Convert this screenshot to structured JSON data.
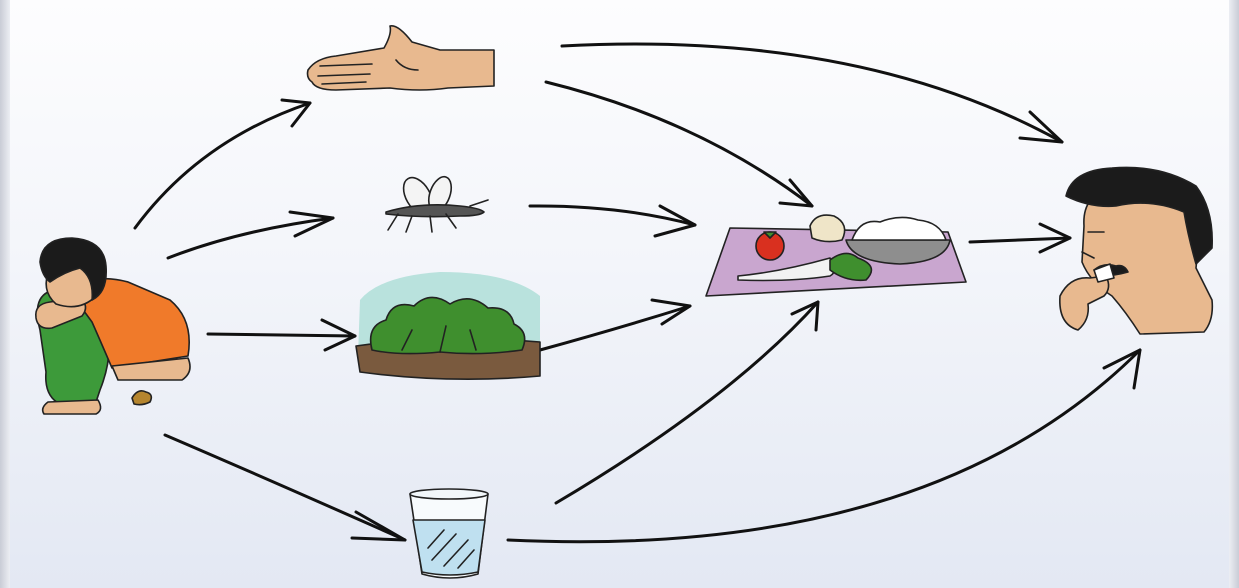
{
  "diagram": {
    "nodes": [
      {
        "id": "child-defecating",
        "icon": "child-defecating-illustration"
      },
      {
        "id": "hands",
        "icon": "hand-illustration"
      },
      {
        "id": "flies",
        "icon": "fly-illustration"
      },
      {
        "id": "fields",
        "icon": "field-crops-illustration"
      },
      {
        "id": "water",
        "icon": "water-glass-illustration"
      },
      {
        "id": "food",
        "icon": "food-plate-illustration"
      },
      {
        "id": "person-eating",
        "icon": "man-eating-illustration"
      }
    ],
    "edges": [
      [
        "child-defecating",
        "hands"
      ],
      [
        "child-defecating",
        "flies"
      ],
      [
        "child-defecating",
        "fields"
      ],
      [
        "child-defecating",
        "water"
      ],
      [
        "hands",
        "food"
      ],
      [
        "hands",
        "person-eating"
      ],
      [
        "flies",
        "food"
      ],
      [
        "fields",
        "food"
      ],
      [
        "water",
        "food"
      ],
      [
        "water",
        "person-eating"
      ],
      [
        "food",
        "person-eating"
      ]
    ],
    "colors": {
      "arrow": "#111111",
      "shirt": "#f07a2a",
      "pants": "#3d9a3a",
      "skin": "#e8b98f",
      "plate": "#c9a6cf",
      "tomato": "#d9301f",
      "foliage": "#3f8f2e",
      "sky": "#b9e2dd",
      "water": "#bfe0f0"
    }
  }
}
